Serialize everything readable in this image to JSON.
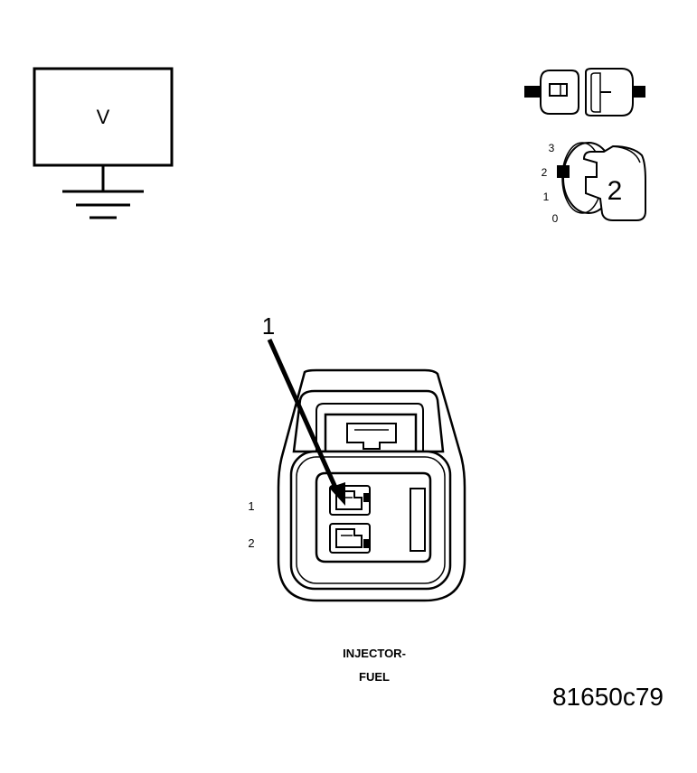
{
  "voltmeter": {
    "symbol": "V"
  },
  "key_switch": {
    "positions": [
      "3",
      "2",
      "1",
      "0"
    ],
    "selected": "2"
  },
  "connector": {
    "callout": "1",
    "pins": [
      "1",
      "2"
    ],
    "caption_line1": "INJECTOR-",
    "caption_line2": "FUEL"
  },
  "figure_id": "81650c79"
}
